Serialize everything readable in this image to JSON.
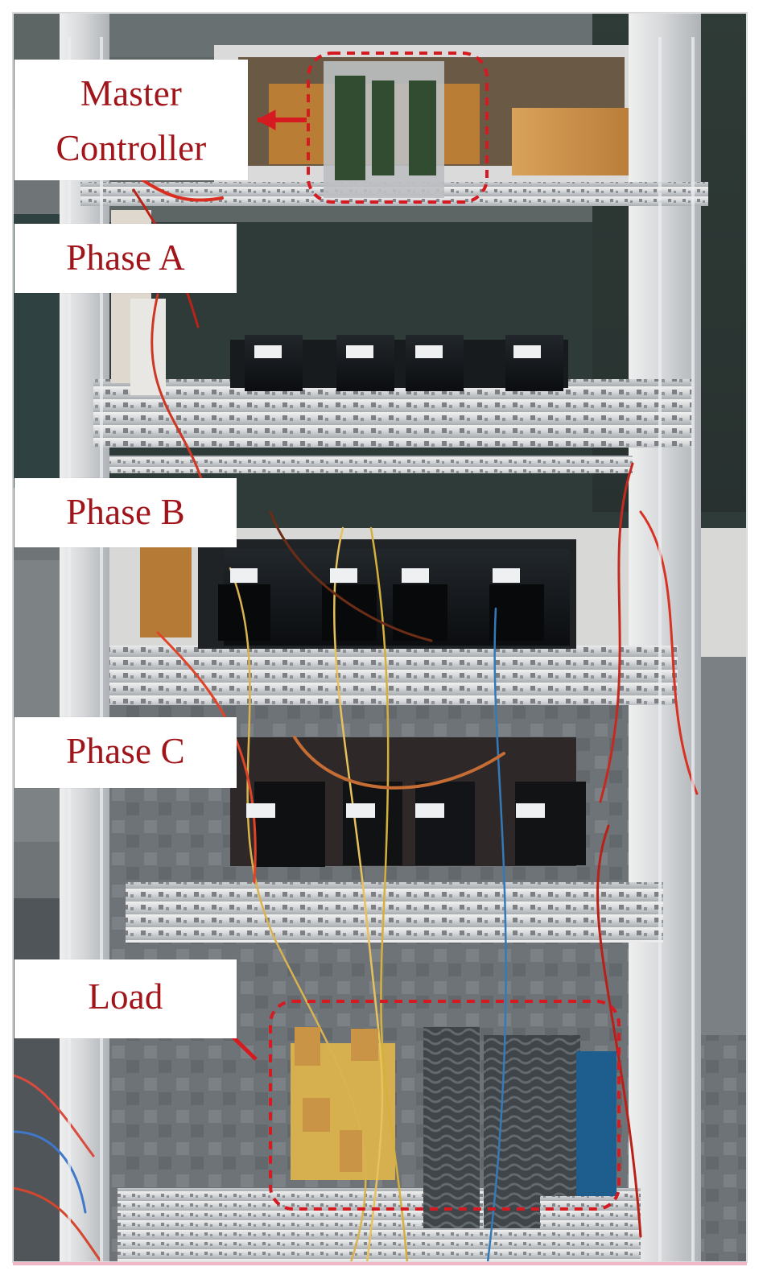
{
  "labels": {
    "master_controller_line1": "Master",
    "master_controller_line2": "Controller",
    "phase_a": "Phase A",
    "phase_b": "Phase B",
    "phase_c": "Phase C",
    "load": "Load"
  },
  "colors": {
    "label_text": "#a0141a",
    "annotation": "#d8161d",
    "annotation_dark": "#b3141a",
    "frame": "#dcdcdc"
  }
}
